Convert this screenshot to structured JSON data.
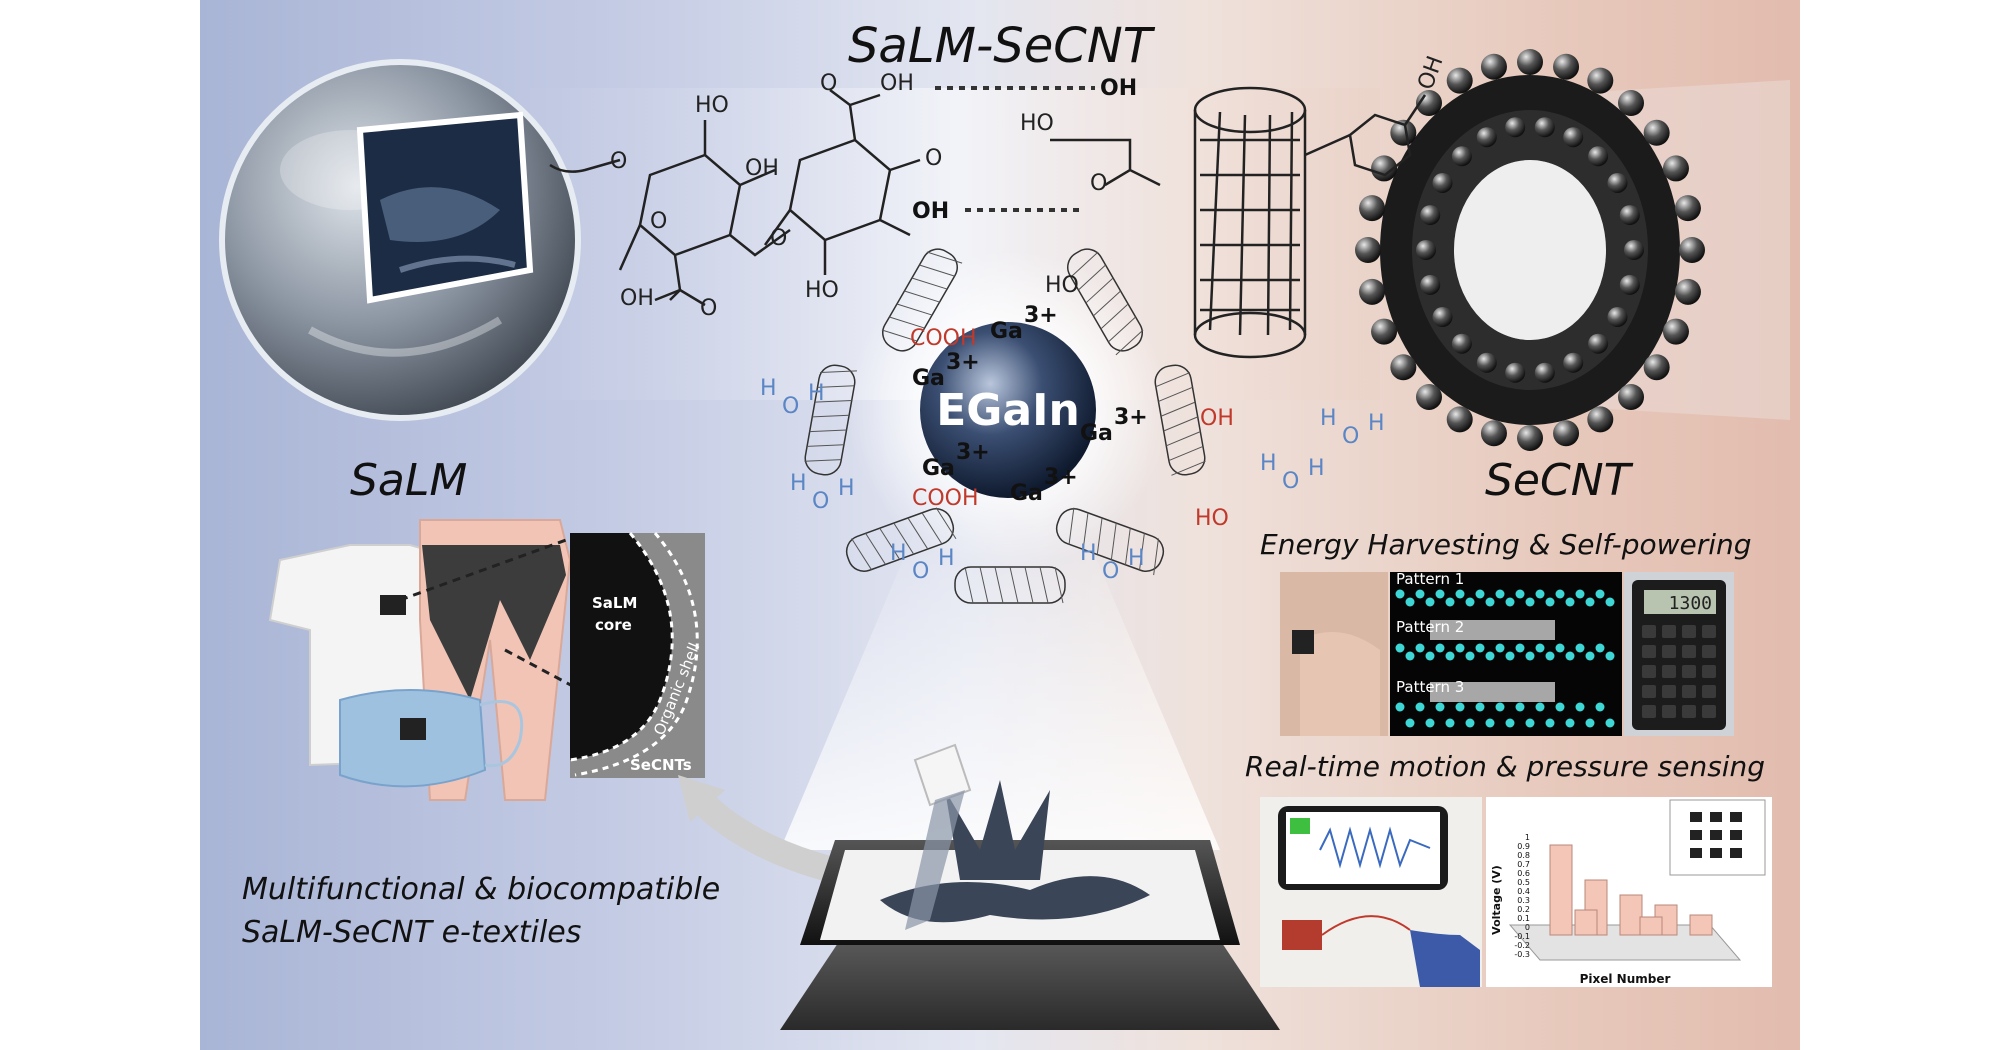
{
  "title": "SaLM-SeCNT",
  "labels": {
    "salm": "SaLM",
    "secnt": "SeCNT",
    "energy": "Energy Harvesting & Self-powering",
    "motion": "Real-time motion & pressure sensing",
    "etextile_line1": "Multifunctional & biocompatible",
    "etextile_line2": "SaLM-SeCNT e-textiles"
  },
  "chemistry": {
    "core": "EGaIn",
    "ion": "Ga",
    "ion_charge": "3+",
    "cooh": "COOH",
    "oh": "OH",
    "ho": "HO",
    "o": "O",
    "h": "H"
  },
  "tem_image": {
    "core_line1": "SaLM",
    "core_line2": "core",
    "shell": "Organic shell",
    "secnts": "SeCNTs"
  },
  "pattern_panel": {
    "patterns": [
      "Pattern 1",
      "Pattern 2",
      "Pattern 3"
    ]
  },
  "calculator": {
    "display": "1300"
  },
  "bar_chart": {
    "y_label": "Voltage (V)",
    "x_label": "Pixel Number",
    "y_ticks": [
      "1",
      "0.9",
      "0.8",
      "0.7",
      "0.6",
      "0.5",
      "0.4",
      "0.3",
      "0.2",
      "0.1",
      "0",
      "-0.1",
      "-0.2",
      "-0.3"
    ]
  },
  "colors": {
    "accent_red": "#c0392b",
    "water_blue": "#5b86c5",
    "led_cyan": "#3fd6d6"
  }
}
